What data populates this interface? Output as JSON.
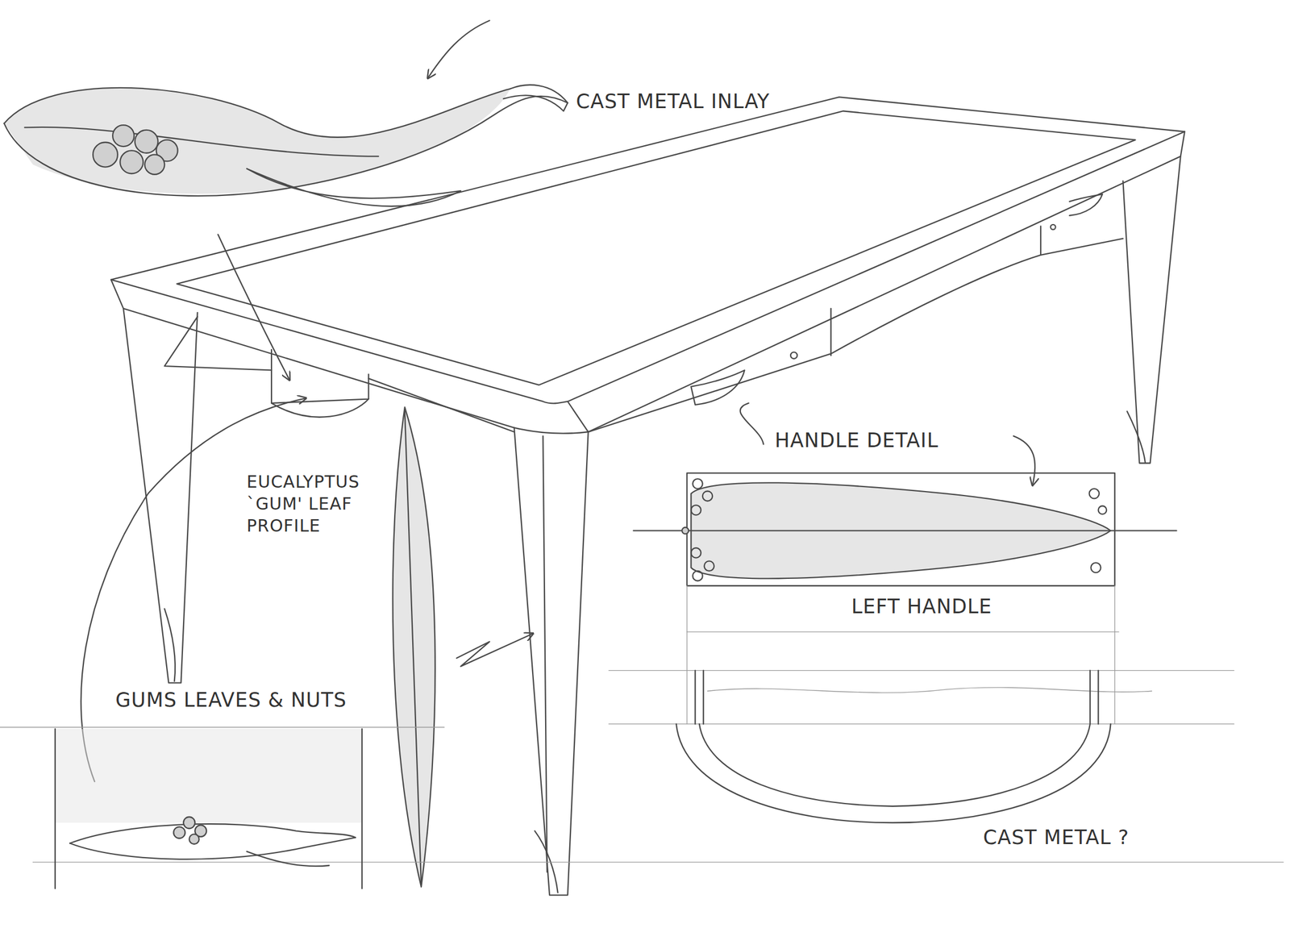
{
  "diagram": {
    "labels": [
      "CAST METAL INLAY",
      "HANDLE DETAIL",
      "EUCALYPTUS `GUM' LEAF PROFILE",
      "LEFT HANDLE",
      "GUMS LEAVES & NUTS",
      "CAST METAL ?"
    ]
  }
}
